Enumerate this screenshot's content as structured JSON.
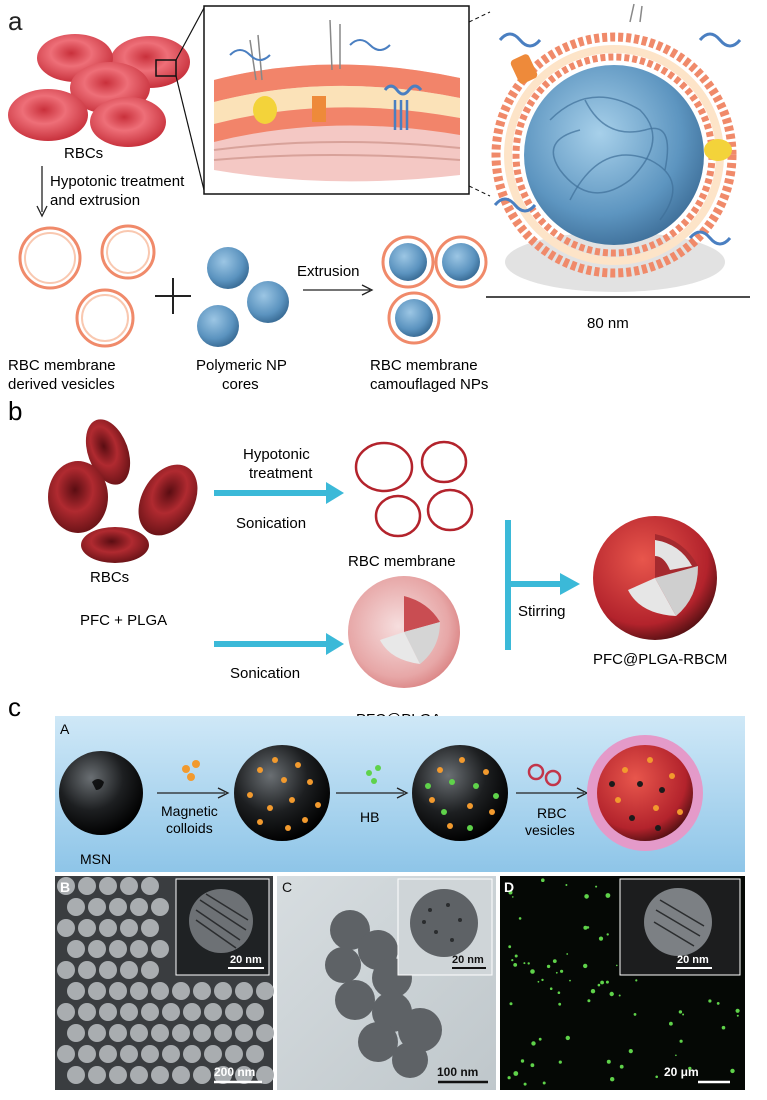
{
  "panel_a": {
    "letter": "a",
    "rbcs_label": "RBCs",
    "step_line1": "Hypotonic treatment",
    "step_line2": "and extrusion",
    "vesicles_line1": "RBC membrane",
    "vesicles_line2": "derived vesicles",
    "cores_line1": "Polymeric NP",
    "cores_line2": "cores",
    "arrow_label": "Extrusion",
    "product_line1": "RBC membrane",
    "product_line2": "camouflaged NPs",
    "scale_label": "80 nm"
  },
  "panel_b": {
    "letter": "b",
    "rbcs_label": "RBCs",
    "hypotonic_line1": "Hypotonic",
    "hypotonic_line2": "treatment",
    "sonication_top": "Sonication",
    "membrane_label": "RBC membrane",
    "pfc_plga_input": "PFC + PLGA",
    "sonication_bottom": "Sonication",
    "pfc_plga_label": "PFC@PLGA",
    "stirring_label": "Stirring",
    "product_label": "PFC@PLGA-RBCM"
  },
  "panel_c": {
    "letter": "c",
    "sub_a": "A",
    "msn_label": "MSN",
    "magnetic_line1": "Magnetic",
    "magnetic_line2": "colloids",
    "hb_label": "HB",
    "rbc_line1": "RBC",
    "rbc_line2": "vesicles",
    "sub_b": "B",
    "sub_c": "C",
    "sub_d": "D",
    "b_inset_scale": "20 nm",
    "b_scale": "200 nm",
    "c_inset_scale": "20 nm",
    "c_scale": "100 nm",
    "d_inset_scale": "20 nm",
    "d_scale": "20 μm"
  },
  "colors": {
    "rbc_red": "#d9434e",
    "membrane_orange": "#f08a6a",
    "core_blue": "#5d95c0",
    "arrow_cyan": "#3bb9d8",
    "ring_red": "#b3232c",
    "banner_blue": "#a9d4ee",
    "particle_orange": "#f29a2e",
    "particle_green": "#5fd24a"
  }
}
